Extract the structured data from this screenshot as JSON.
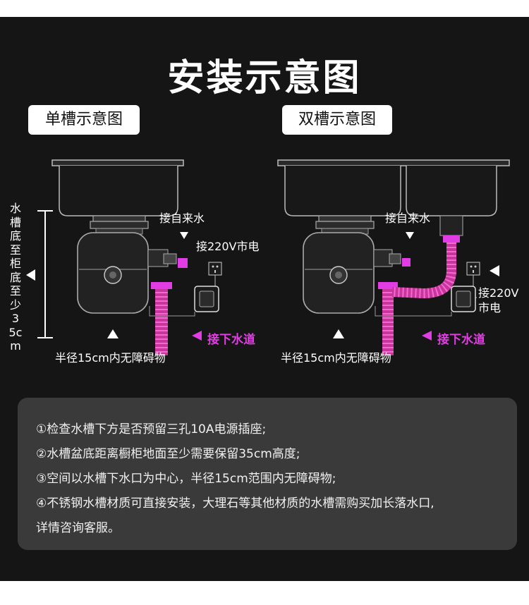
{
  "title": "安装示意图",
  "single": {
    "label": "单槽示意图",
    "water_in": "接自来水",
    "power": "接220V市电",
    "drain": "接下水道",
    "height_note": "水槽底至柜底至少35cm",
    "radius_note": "半径15cm内无障碍物"
  },
  "double": {
    "label": "双槽示意图",
    "water_in": "接自来水",
    "power_line1": "接220V",
    "power_line2": "市电",
    "drain": "接下水道",
    "radius_note": "半径15cm内无障碍物"
  },
  "notes": [
    "①检查水槽下方是否预留三孔10A电源插座;",
    "②水槽盆底距离橱柜地面至少需要保留35cm高度;",
    "③空间以水槽下水口为中心，半径15cm范围内无障碍物;",
    "④不锈钢水槽材质可直接安装，大理石等其他材质的水槽需购买加长落水口,",
    "详情咨询客服。"
  ],
  "colors": {
    "background": "#151515",
    "accent": "#e23ce4",
    "panel": "#3a3a3a"
  }
}
